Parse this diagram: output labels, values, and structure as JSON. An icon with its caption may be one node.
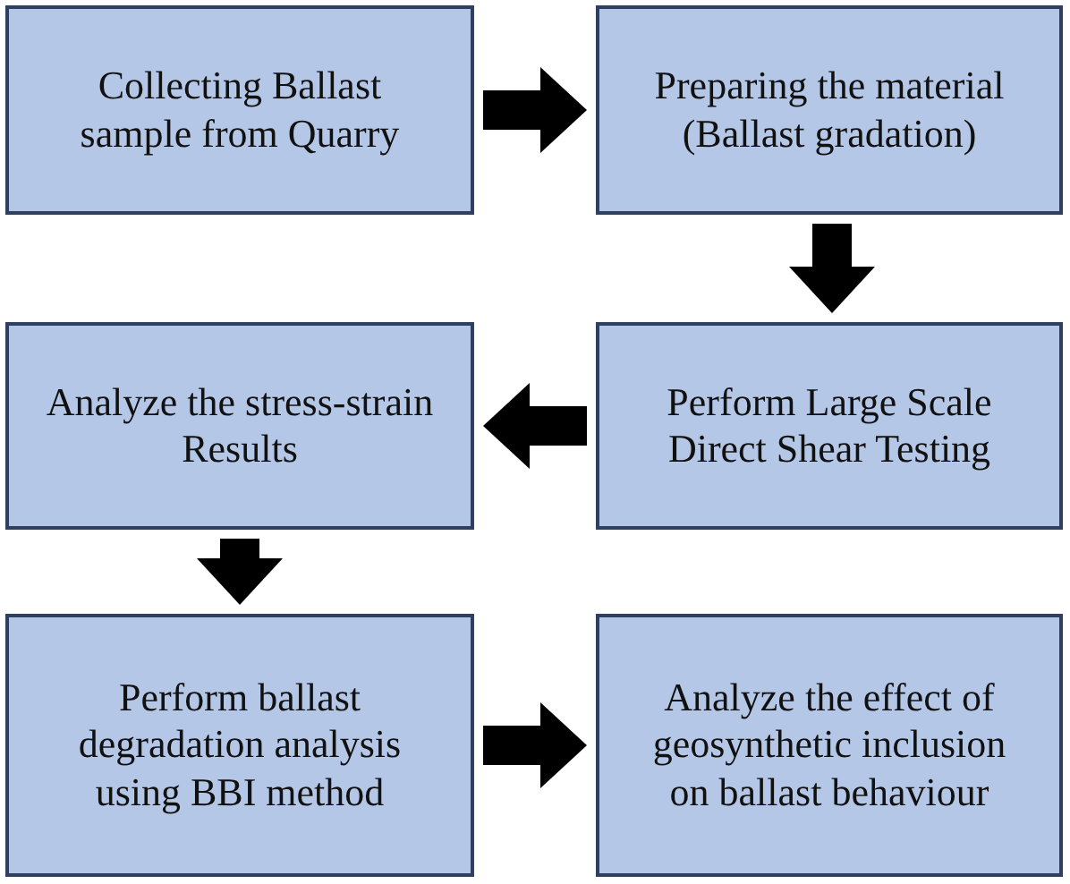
{
  "diagram": {
    "nodes": [
      {
        "text": [
          "Collecting Ballast sample from Quarry"
        ]
      },
      {
        "text": [
          "Preparing the material (Ballast gradation)"
        ]
      },
      {
        "text": [
          "Perform Large Scale Direct Shear Testing"
        ]
      },
      {
        "text": [
          "Analyze the stress-strain Results"
        ]
      },
      {
        "text": [
          "Perform ballast degradation analysis using BBI method"
        ]
      },
      {
        "text": [
          "Analyze the effect of geosynthetic inclusion on ballast behaviour"
        ]
      }
    ],
    "edges": [
      {
        "from": 0,
        "to": 1,
        "arrow": "to"
      },
      {
        "from": 1,
        "to": 2,
        "arrow": "to"
      },
      {
        "from": 2,
        "to": 3,
        "arrow": "to"
      },
      {
        "from": 3,
        "to": 4,
        "arrow": "to"
      },
      {
        "from": 4,
        "to": 5,
        "arrow": "to"
      }
    ]
  }
}
